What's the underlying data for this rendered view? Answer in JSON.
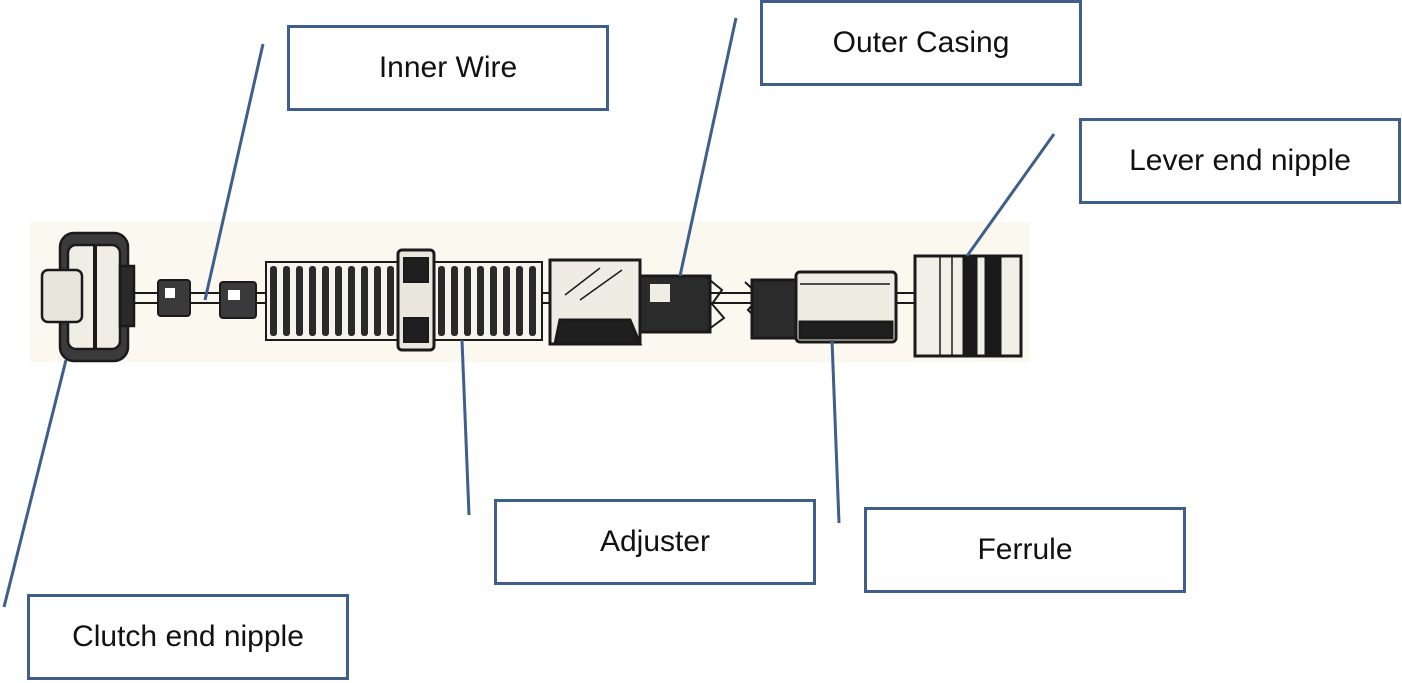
{
  "diagram": {
    "labels": {
      "inner_wire": "Inner Wire",
      "outer_casing": "Outer Casing",
      "lever_end_nipple": "Lever end nipple",
      "adjuster": "Adjuster",
      "ferrule": "Ferrule",
      "clutch_end_nipple": "Clutch end nipple"
    },
    "colors": {
      "leader_line": "#3f5f8a",
      "box_border": "#3f5f8a",
      "drawing_ink": "#1a1a1a",
      "drawing_background": "#fbf8f0"
    }
  }
}
